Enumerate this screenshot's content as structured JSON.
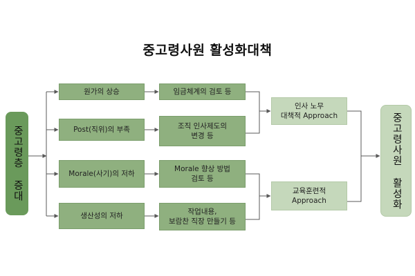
{
  "title": "중고령사원 활성화대책",
  "left_box": "중고령층 증대",
  "causes": [
    "원가의 상승",
    "Post(직위)의 부족",
    "Morale(사기)의 저하",
    "생산성의 저하"
  ],
  "measures": [
    "임금체계의 검토 등",
    "조직  인사제도의\n변경 등",
    "Morale 향상 방법\n검토 등",
    "작업내용,\n보람찬 직장 만들기 등"
  ],
  "approaches": [
    "인사   노무\n대책적 Approach",
    "교육훈련적\nApproach"
  ],
  "result_box": "중고령사원 활성화",
  "colors": {
    "dark_green": "#6a9a5b",
    "mid_green": "#8fb07f",
    "light_green": "#c5d8bb",
    "line": "#595959"
  }
}
